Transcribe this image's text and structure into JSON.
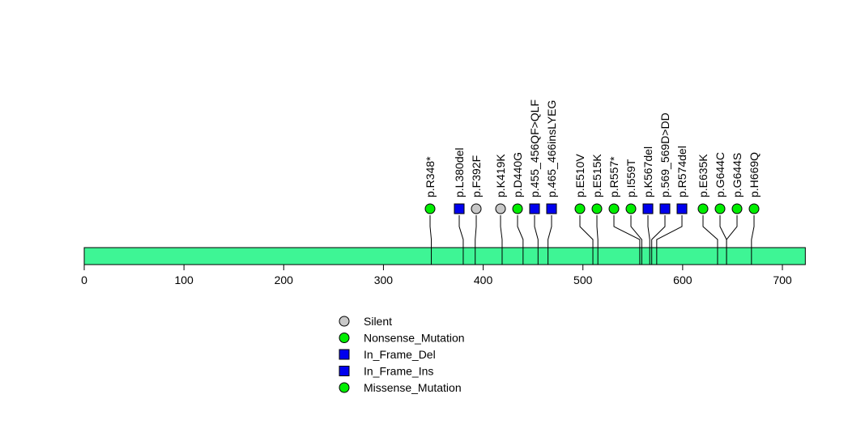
{
  "chart_data": {
    "type": "lollipop",
    "xlim": [
      0,
      723
    ],
    "ticks": [
      0,
      100,
      200,
      300,
      400,
      500,
      600,
      700
    ],
    "protein_color": "#3EF595",
    "type_styles": {
      "Silent": {
        "shape": "circle",
        "color": "#C8C8C8"
      },
      "Nonsense_Mutation": {
        "shape": "circle",
        "color": "#00EE00"
      },
      "In_Frame_Del": {
        "shape": "square",
        "color": "#0000EE"
      },
      "In_Frame_Ins": {
        "shape": "square",
        "color": "#0000EE"
      },
      "Missense_Mutation": {
        "shape": "circle",
        "color": "#00EE00"
      }
    },
    "mutations": [
      {
        "label": "p.R348*",
        "pos": 348,
        "type": "Nonsense_Mutation"
      },
      {
        "label": "p.L380del",
        "pos": 380,
        "type": "In_Frame_Del"
      },
      {
        "label": "p.F392F",
        "pos": 392,
        "type": "Silent"
      },
      {
        "label": "p.K419K",
        "pos": 419,
        "type": "Silent"
      },
      {
        "label": "p.D440G",
        "pos": 440,
        "type": "Missense_Mutation"
      },
      {
        "label": "p.455_456QF>QLF",
        "pos": 455,
        "type": "In_Frame_Ins"
      },
      {
        "label": "p.465_466insLYEG",
        "pos": 465,
        "type": "In_Frame_Ins"
      },
      {
        "label": "p.E510V",
        "pos": 510,
        "type": "Missense_Mutation"
      },
      {
        "label": "p.E515K",
        "pos": 515,
        "type": "Missense_Mutation"
      },
      {
        "label": "p.R557*",
        "pos": 557,
        "type": "Nonsense_Mutation"
      },
      {
        "label": "p.I559T",
        "pos": 559,
        "type": "Missense_Mutation"
      },
      {
        "label": "p.K567del",
        "pos": 567,
        "type": "In_Frame_Del"
      },
      {
        "label": "p.569_569D>DD",
        "pos": 569,
        "type": "In_Frame_Ins"
      },
      {
        "label": "p.R574del",
        "pos": 574,
        "type": "In_Frame_Del"
      },
      {
        "label": "p.E635K",
        "pos": 635,
        "type": "Missense_Mutation"
      },
      {
        "label": "p.G644C",
        "pos": 644,
        "type": "Missense_Mutation"
      },
      {
        "label": "p.G644S",
        "pos": 644,
        "type": "Missense_Mutation"
      },
      {
        "label": "p.H669Q",
        "pos": 669,
        "type": "Missense_Mutation"
      }
    ],
    "legend": [
      "Silent",
      "Nonsense_Mutation",
      "In_Frame_Del",
      "In_Frame_Ins",
      "Missense_Mutation"
    ]
  }
}
